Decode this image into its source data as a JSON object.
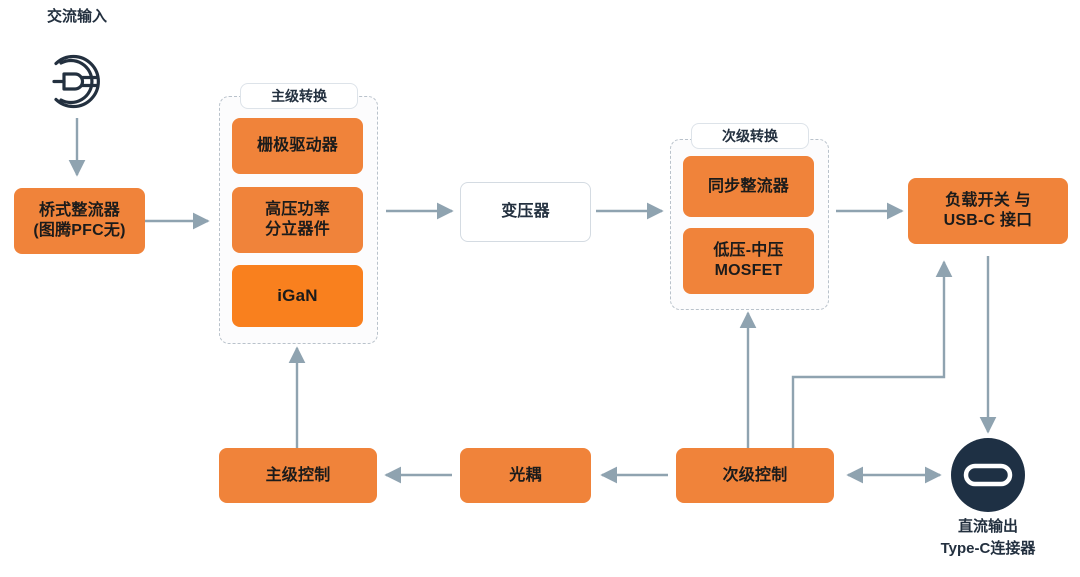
{
  "diagram": {
    "title_text": "交流输入",
    "background": "#ffffff",
    "accent_orange": "#f0833a",
    "accent_orange_highlight": "#f9801e",
    "connector_color": "#8fa3b0",
    "text_color": "#23303f",
    "dark_navy": "#1e3044"
  },
  "ac_input": {
    "label": "交流输入",
    "icon": "ac-plug-icon"
  },
  "nodes": {
    "bridge_rectifier": "桥式整流器\n(图腾PFC无)",
    "transformer": "变压器",
    "load_switch": "负载开关 与\nUSB-C 接口",
    "primary_control": "主级控制",
    "optocoupler": "光耦",
    "secondary_control": "次级控制"
  },
  "primary_group": {
    "label": "主级转换",
    "items": [
      {
        "label": "栅极驱动器",
        "highlight": false
      },
      {
        "label": "高压功率\n分立器件",
        "highlight": false
      },
      {
        "label": "iGaN",
        "highlight": true
      }
    ]
  },
  "secondary_group": {
    "label": "次级转换",
    "items": [
      {
        "label": "同步整流器",
        "highlight": false
      },
      {
        "label": "低压-中压\nMOSFET",
        "highlight": false
      }
    ]
  },
  "dc_output": {
    "icon": "usb-type-c-icon",
    "caption": "直流输出\nType-C连接器"
  }
}
